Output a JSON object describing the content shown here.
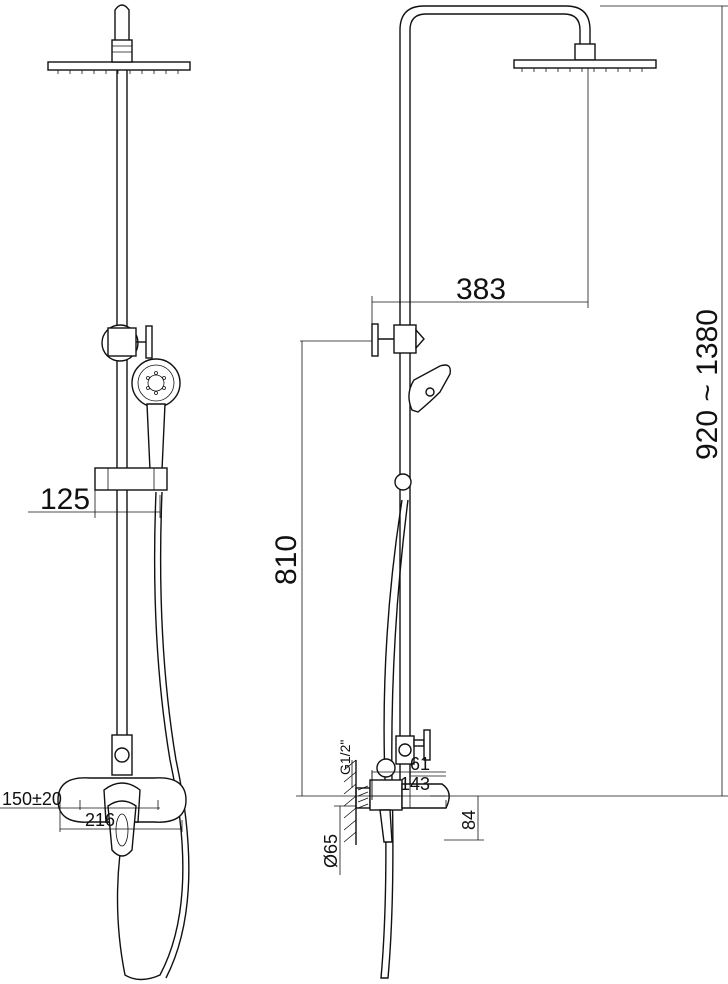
{
  "dimensions": {
    "head_offset": "383",
    "slide_bar_width": "125",
    "handset_height": "810",
    "total_height": "920 ~ 1380",
    "thread": "G1/2\"",
    "diameter": "Ø65",
    "mixer_height": "84",
    "spout_depth": "61",
    "overall_depth": "143",
    "inlet_spacing": "150±20",
    "mixer_width": "216"
  }
}
